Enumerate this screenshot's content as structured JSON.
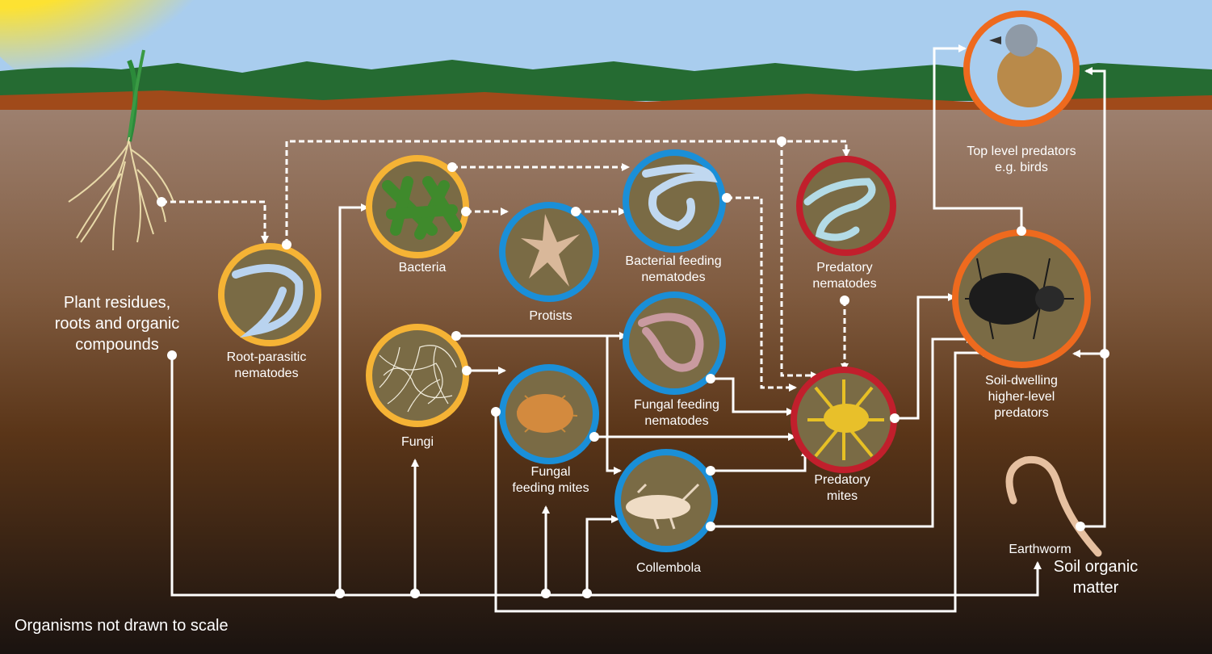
{
  "title_note": "Organisms not drawn to scale",
  "sources": {
    "plant": "Plant residues, roots and organic compounds",
    "plant_lines": [
      "Plant residues,",
      "roots and organic",
      "compounds"
    ],
    "soil_om_lines": [
      "Soil organic",
      "matter"
    ]
  },
  "organisms": {
    "root_parasitic": [
      "Root-parasitic",
      "nematodes"
    ],
    "bacteria": [
      "Bacteria"
    ],
    "protists": [
      "Protists"
    ],
    "bacterial_nematodes": [
      "Bacterial feeding",
      "nematodes"
    ],
    "predatory_nematodes": [
      "Predatory",
      "nematodes"
    ],
    "fungi": [
      "Fungi"
    ],
    "fungal_nematodes": [
      "Fungal feeding",
      "nematodes"
    ],
    "fungal_mites": [
      "Fungal",
      "feeding mites"
    ],
    "collembola": [
      "Collembola"
    ],
    "predatory_mites": [
      "Predatory",
      "mites"
    ],
    "soil_predators": [
      "Soil-dwelling",
      "higher-level",
      "predators"
    ],
    "birds": [
      "Top level predators",
      "e.g. birds"
    ],
    "earthworm": [
      "Earthworm"
    ]
  },
  "colors": {
    "primary_ring": "#f5b335",
    "secondary_ring": "#1a8fd8",
    "tertiary_ring": "#c11f2c",
    "top_ring": "#ee6a1e",
    "circle_fill": "#7a6b45"
  }
}
